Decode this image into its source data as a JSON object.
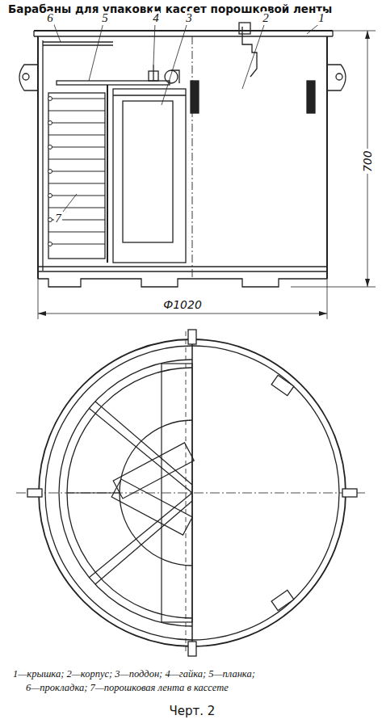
{
  "diagram": {
    "title": "Барабаны для упаковки кассет порошковой ленты",
    "caption": "Черт. 2",
    "labels": [
      "6",
      "5",
      "4",
      "3",
      "2",
      "1",
      "700",
      "7",
      "Ф1020",
      "1—крышка; 2—корпус; 3—поддон; 4—гайка; 5—планка;",
      "6—прокладка; 7—порошковая лента в кассете"
    ]
  }
}
